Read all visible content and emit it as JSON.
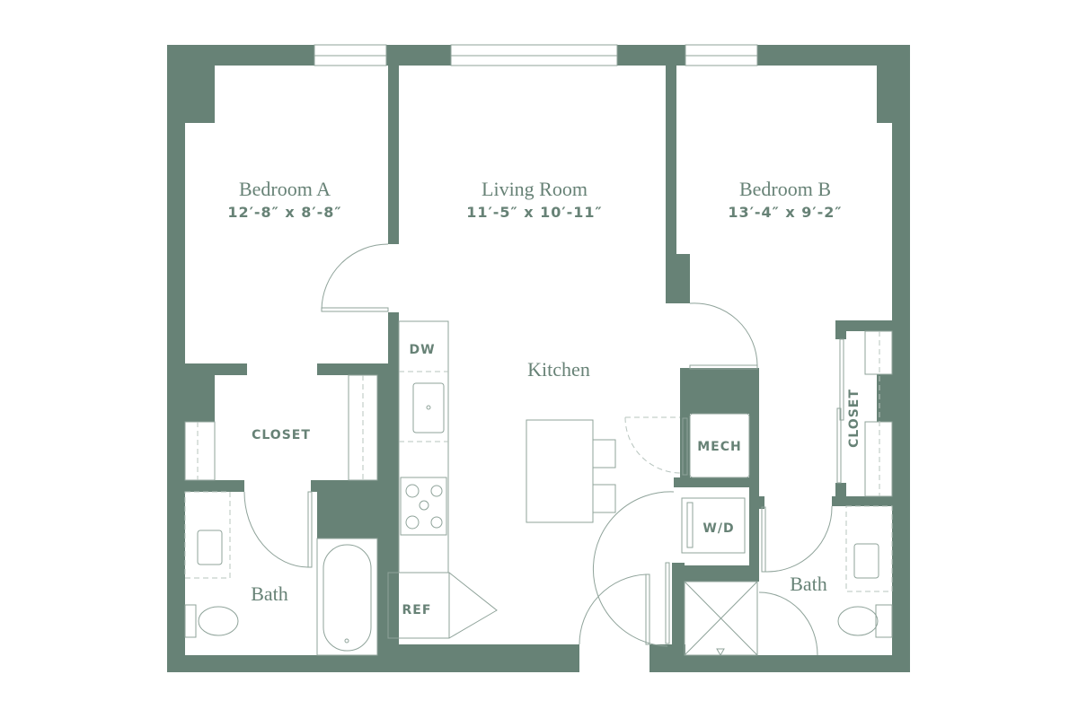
{
  "colors": {
    "wall": "#678276",
    "fixture_line": "#8fa39a",
    "background": "#ffffff"
  },
  "rooms": {
    "bedroom_a": {
      "name": "Bedroom A",
      "dims": "12′-8″ x 8′-8″"
    },
    "living_room": {
      "name": "Living Room",
      "dims": "11′-5″ x 10′-11″"
    },
    "bedroom_b": {
      "name": "Bedroom B",
      "dims": "13′-4″ x 9′-2″"
    },
    "kitchen": {
      "name": "Kitchen"
    },
    "bath_a": {
      "name": "Bath"
    },
    "bath_b": {
      "name": "Bath"
    }
  },
  "labels": {
    "closet_a": "CLOSET",
    "closet_b": "CLOSET",
    "dw": "DW",
    "ref": "REF",
    "mech": "MECH",
    "wd": "W/D"
  }
}
